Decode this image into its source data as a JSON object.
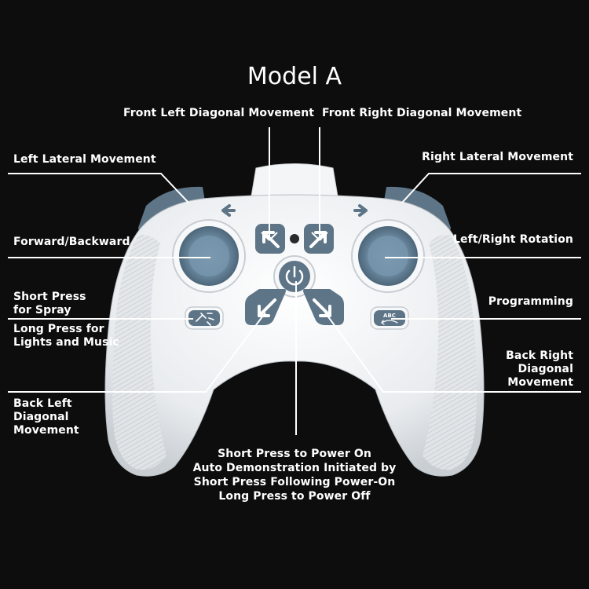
{
  "title": "Model A",
  "labels": {
    "front_left_diagonal": "Front Left Diagonal Movement",
    "front_right_diagonal": "Front Right Diagonal Movement",
    "left_lateral": "Left Lateral Movement",
    "right_lateral": "Right Lateral Movement",
    "forward_backward": "Forward/Backward",
    "left_right_rotation": "Left/Right Rotation",
    "short_press_spray_1": "Short Press",
    "short_press_spray_2": "for Spray",
    "long_press_lights_1": "Long Press for",
    "long_press_lights_2": "Lights and Music",
    "programming": "Programming",
    "back_right_diagonal_1": "Back Right",
    "back_right_diagonal_2": "Diagonal",
    "back_right_diagonal_3": "Movement",
    "back_left_diagonal_1": "Back Left",
    "back_left_diagonal_2": "Diagonal",
    "back_left_diagonal_3": "Movement",
    "power_1": "Short Press to Power On",
    "power_2": "Auto Demonstration Initiated by",
    "power_3": "Short Press Following Power-On",
    "power_4": "Long Press to Power Off"
  },
  "button_text": {
    "programming_button": "ABC"
  },
  "colors": {
    "background": "#0d0d0d",
    "controller_body": "#eef0f2",
    "button_blue": "#5e7587",
    "joystick_blue": "#6f8ea6",
    "line": "#ffffff"
  }
}
